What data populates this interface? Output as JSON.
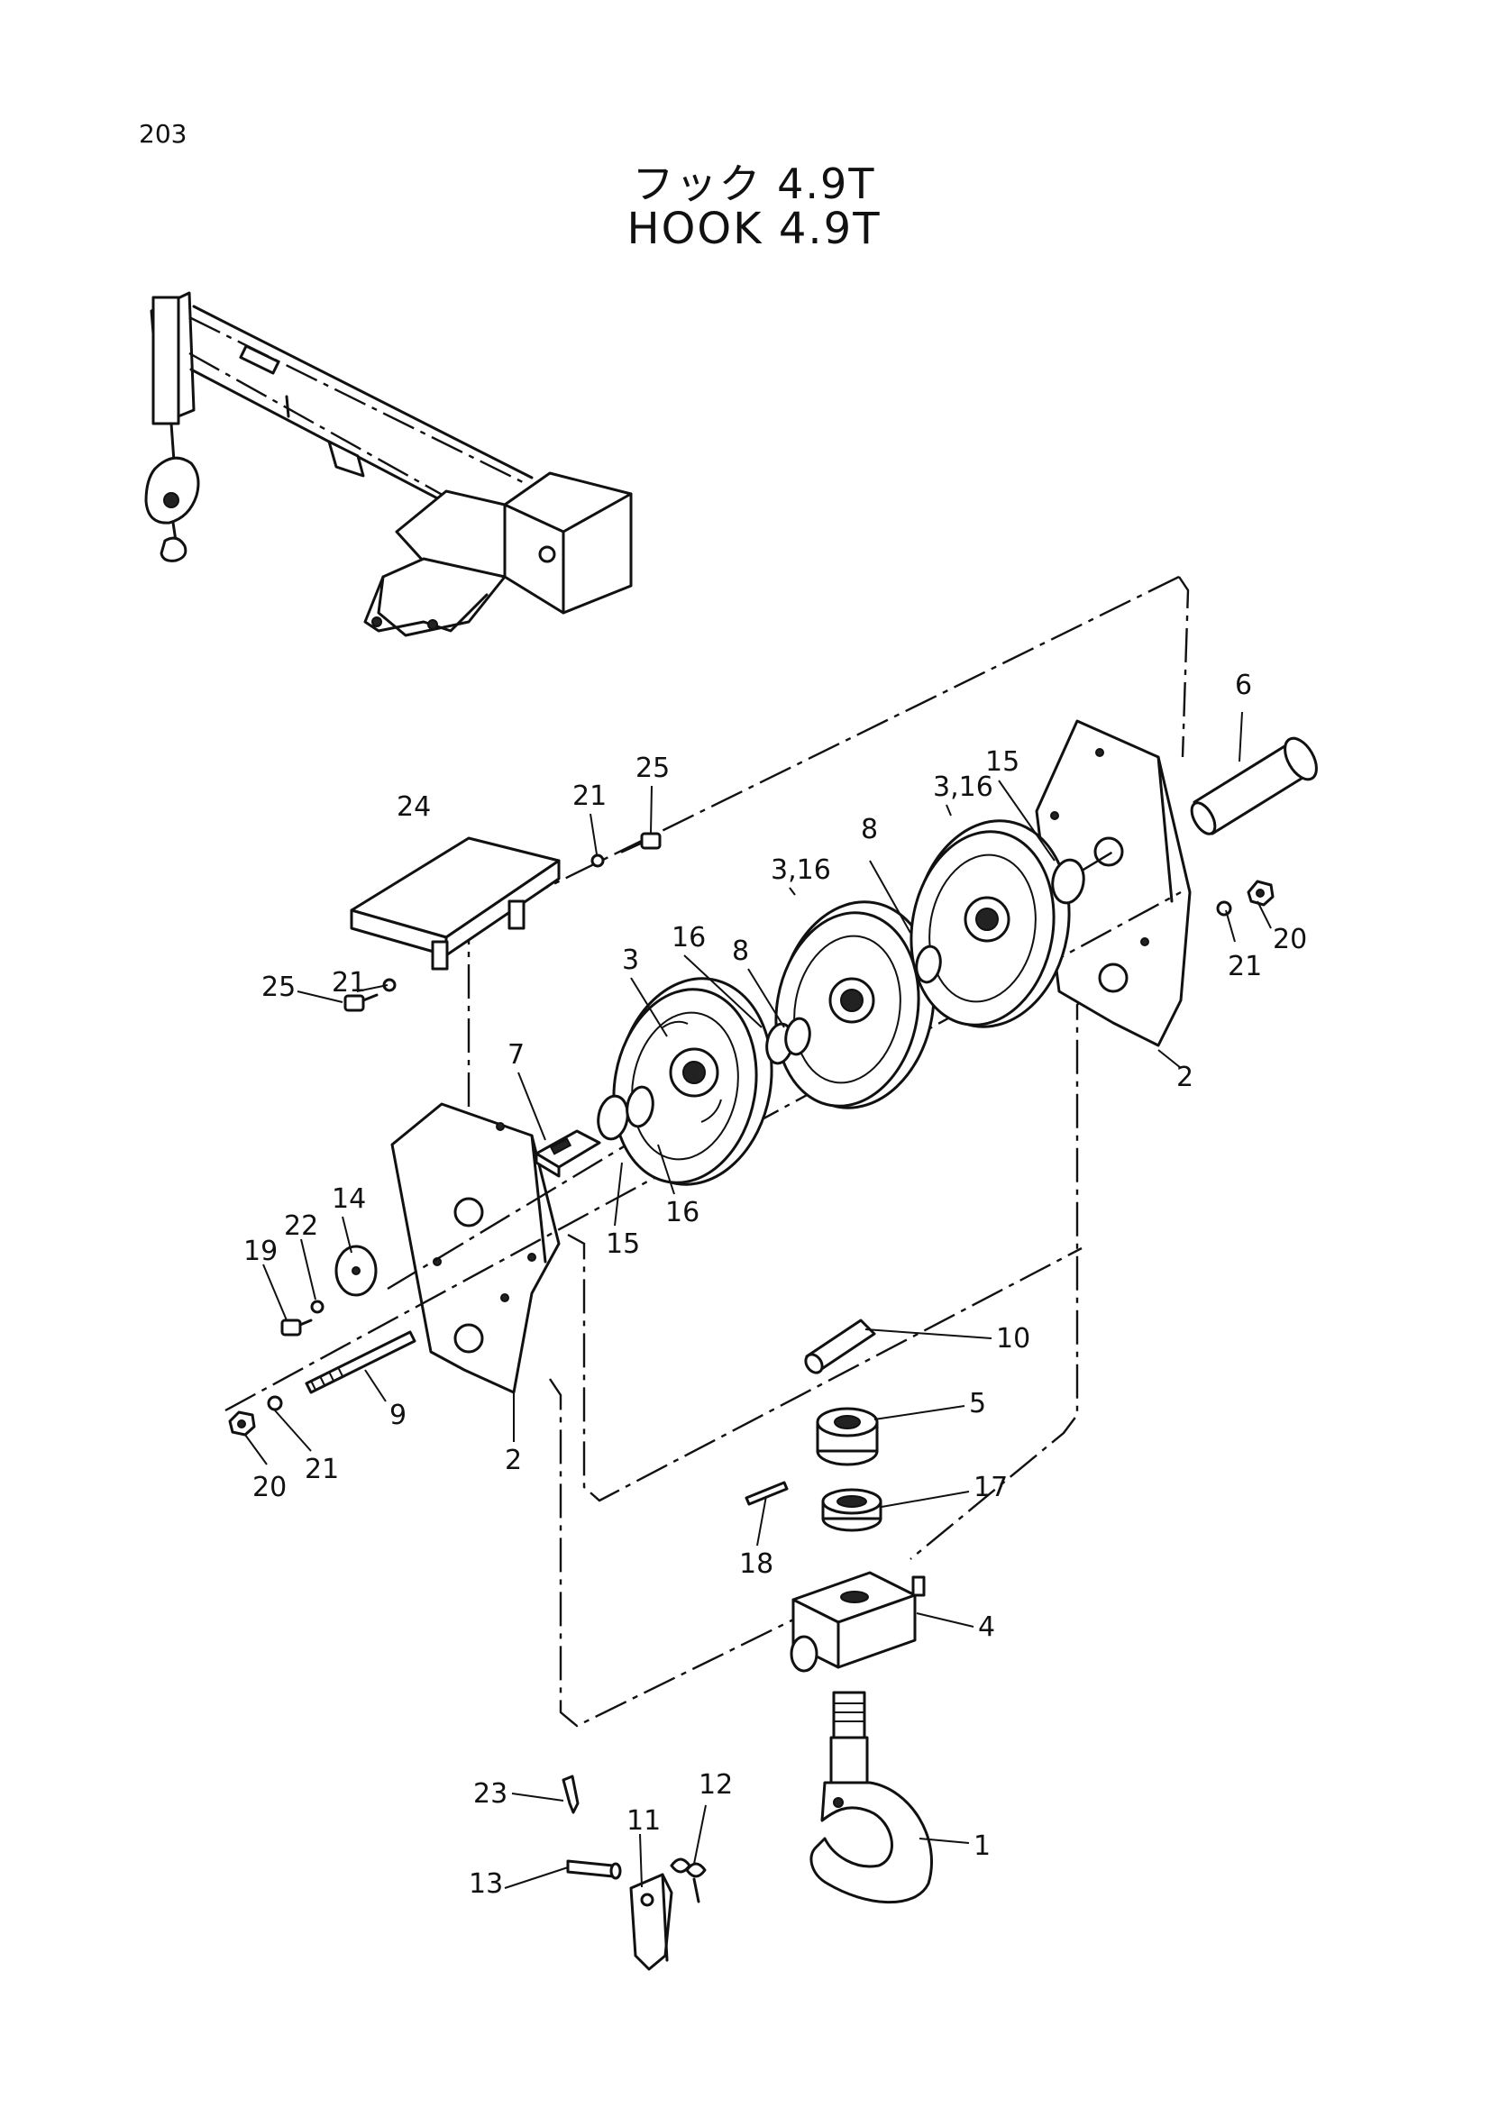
{
  "page_number": "203",
  "title_jp": "フック 4.9T",
  "title_en": "HOOK 4.9T",
  "callouts": [
    {
      "id": "c6",
      "text": "6"
    },
    {
      "id": "c15a",
      "text": "15"
    },
    {
      "id": "c316a",
      "text": "3,16"
    },
    {
      "id": "c25a",
      "text": "25"
    },
    {
      "id": "c21a",
      "text": "21"
    },
    {
      "id": "c24",
      "text": "24"
    },
    {
      "id": "c8a",
      "text": "8"
    },
    {
      "id": "c316b",
      "text": "3,16"
    },
    {
      "id": "c20a",
      "text": "20"
    },
    {
      "id": "c21b",
      "text": "21"
    },
    {
      "id": "c21c",
      "text": "21"
    },
    {
      "id": "c25b",
      "text": "25"
    },
    {
      "id": "c16a",
      "text": "16"
    },
    {
      "id": "c8b",
      "text": "8"
    },
    {
      "id": "c3",
      "text": "3"
    },
    {
      "id": "c7",
      "text": "7"
    },
    {
      "id": "c2a",
      "text": "2"
    },
    {
      "id": "c14",
      "text": "14"
    },
    {
      "id": "c22",
      "text": "22"
    },
    {
      "id": "c19",
      "text": "19"
    },
    {
      "id": "c15b",
      "text": "15"
    },
    {
      "id": "c16b",
      "text": "16"
    },
    {
      "id": "c10",
      "text": "10"
    },
    {
      "id": "c9",
      "text": "9"
    },
    {
      "id": "c5",
      "text": "5"
    },
    {
      "id": "c2b",
      "text": "2"
    },
    {
      "id": "c20b",
      "text": "20"
    },
    {
      "id": "c21d",
      "text": "21"
    },
    {
      "id": "c17",
      "text": "17"
    },
    {
      "id": "c18",
      "text": "18"
    },
    {
      "id": "c4",
      "text": "4"
    },
    {
      "id": "c23",
      "text": "23"
    },
    {
      "id": "c12",
      "text": "12"
    },
    {
      "id": "c11",
      "text": "11"
    },
    {
      "id": "c1",
      "text": "1"
    },
    {
      "id": "c13",
      "text": "13"
    }
  ]
}
